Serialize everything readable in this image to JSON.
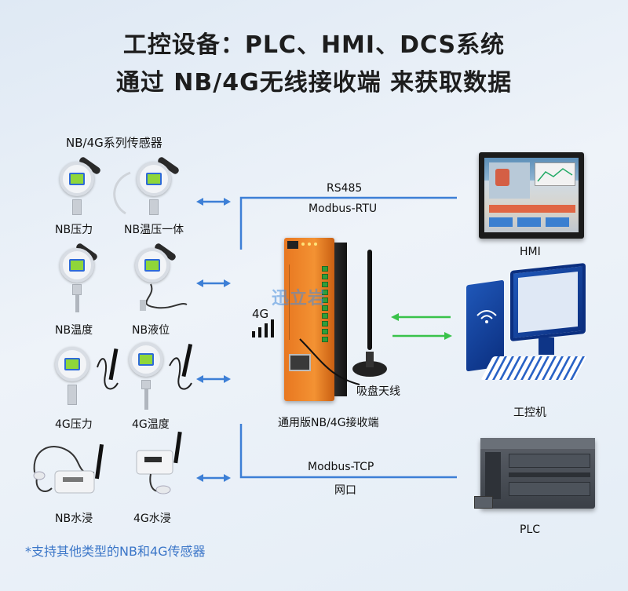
{
  "header": {
    "title_line1": "工控设备：PLC、HMI、DCS系统",
    "title_line2": "通过 NB/4G无线接收端 来获取数据"
  },
  "sensors": {
    "group_title": "NB/4G系列传感器",
    "items": [
      "NB压力",
      "NB温压一体",
      "NB温度",
      "NB液位",
      "4G压力",
      "4G温度",
      "NB水浸",
      "4G水浸"
    ],
    "footnote": "*支持其他类型的NB和4G传感器"
  },
  "links": {
    "top_protocol": "RS485",
    "top_detail": "Modbus-RTU",
    "bottom_protocol": "Modbus-TCP",
    "bottom_detail": "网口",
    "signal_label": "4G"
  },
  "center": {
    "device_label": "通用版NB/4G接收端",
    "antenna_label": "吸盘天线",
    "watermark": "迅立岩"
  },
  "targets": {
    "hmi": "HMI",
    "pc": "工控机",
    "plc": "PLC"
  },
  "colors": {
    "accent_line": "#3d7fd6",
    "gateway": "#f08a2c",
    "arrow_green": "#39c24a"
  }
}
